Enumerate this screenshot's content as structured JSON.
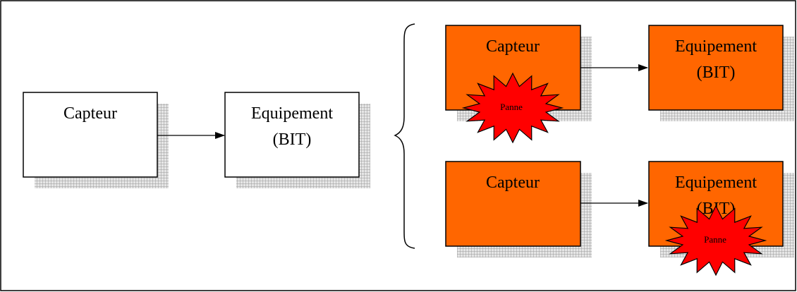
{
  "diagram": {
    "left_group": {
      "sensor": {
        "label": "Capteur"
      },
      "equipment": {
        "label_line1": "Equipement",
        "label_line2": "(BIT)"
      }
    },
    "right_group": {
      "case_top": {
        "sensor": {
          "label": "Capteur"
        },
        "equipment": {
          "label_line1": "Equipement",
          "label_line2": "(BIT)"
        },
        "fault": {
          "label": "Panne",
          "location": "sensor"
        }
      },
      "case_bottom": {
        "sensor": {
          "label": "Capteur"
        },
        "equipment": {
          "label_line1": "Equipement",
          "label_line2": "(BIT)"
        },
        "fault": {
          "label": "Panne",
          "location": "equipment"
        }
      }
    },
    "colors": {
      "box_plain": "#ffffff",
      "box_orange": "#ff6600",
      "fault_star": "#ff0000",
      "shadow": "#bfbfbf",
      "stroke": "#000000"
    }
  }
}
